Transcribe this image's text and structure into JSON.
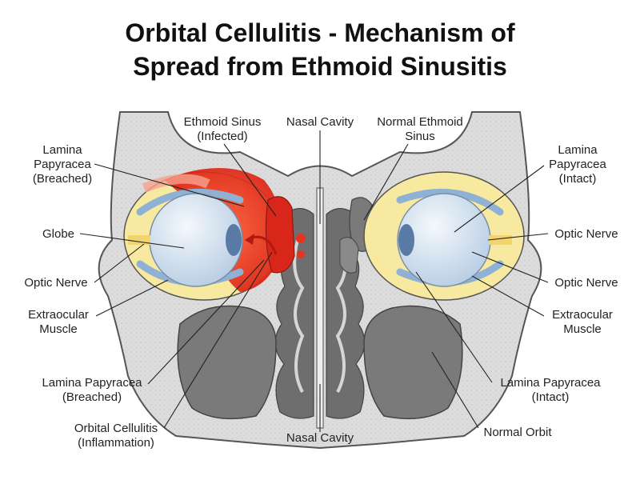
{
  "title": {
    "line1": "Orbital Cellulitis - Mechanism of",
    "line2": "Spread from Ethmoid Sinusitis"
  },
  "labels": {
    "lamina_breached_top": [
      "Lamina",
      "Papyracea",
      "(Breached)"
    ],
    "ethmoid_infected": [
      "Ethmoid Sinus",
      "(Infected)"
    ],
    "nasal_cavity_top": [
      "Nasal Cavity"
    ],
    "normal_ethmoid": [
      "Normal Ethmoid",
      "Sinus"
    ],
    "lamina_intact_top": [
      "Lamina",
      "Papyracea",
      "(Intact)"
    ],
    "globe": [
      "Globe"
    ],
    "optic_nerve_right_upper": [
      "Optic Nerve"
    ],
    "optic_nerve_left": [
      "Optic Nerve"
    ],
    "optic_nerve_right_lower": [
      "Optic Nerve"
    ],
    "extraocular_left": [
      "Extraocular",
      "Muscle"
    ],
    "extraocular_right": [
      "Extraocular",
      "Muscle"
    ],
    "lamina_breached_bottom": [
      "Lamina Papyracea",
      "(Breached)"
    ],
    "lamina_intact_bottom": [
      "Lamina Papyracea",
      "(Intact)"
    ],
    "orbital_cellulitis": [
      "Orbital Cellulitis",
      "(Inflammation)"
    ],
    "nasal_cavity_bottom": [
      "Nasal Cavity"
    ],
    "normal_orbit": [
      "Normal Orbit"
    ]
  },
  "colors": {
    "bone": "#dcdcdc",
    "bone_outline": "#555555",
    "sinus_air": "#7a7a7a",
    "fat": "#f7e9a0",
    "globe": "#cfe0f0",
    "muscle": "#8fb1d3",
    "inflammation": "#e8341f",
    "inflammation_light": "#f6a28e"
  }
}
